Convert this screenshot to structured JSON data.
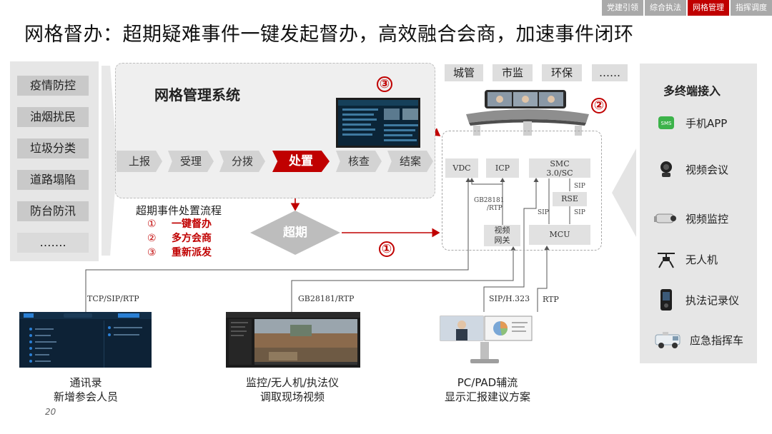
{
  "nav": {
    "tabs": [
      {
        "label": "党建引领",
        "active": false
      },
      {
        "label": "综合执法",
        "active": false
      },
      {
        "label": "网格管理",
        "active": true
      },
      {
        "label": "指挥调度",
        "active": false
      }
    ]
  },
  "title": "网格督办：超期疑难事件一键发起督办，高效融合会商，加速事件闭环",
  "left_panel": {
    "categories": [
      "疫情防控",
      "油烟扰民",
      "垃圾分类",
      "道路塌陷",
      "防台防汛",
      "……."
    ]
  },
  "system": {
    "title": "网格管理系统",
    "flow_steps": [
      "上报",
      "受理",
      "分拨",
      "处置",
      "核查",
      "结案"
    ],
    "active_step": "处置",
    "overdue_label": "超期"
  },
  "process": {
    "title": "超期事件处置流程",
    "items": [
      {
        "num": "①",
        "label": "一键督办"
      },
      {
        "num": "②",
        "label": "多方会商"
      },
      {
        "num": "③",
        "label": "重新派发"
      }
    ]
  },
  "markers": {
    "one": "①",
    "two": "②",
    "three": "③"
  },
  "departments": [
    "城管",
    "市监",
    "环保",
    "……"
  ],
  "network": {
    "vdc": "VDC",
    "icp": "ICP",
    "smc_line1": "SMC",
    "smc_line2": "3.0/SC",
    "rse": "RSE",
    "mcu": "MCU",
    "gateway_line1": "视频",
    "gateway_line2": "网关",
    "gb_label_line1": "GB28181",
    "gb_label_line2": "/RTP",
    "sip_rse_top": "SIP",
    "sip_left": "SIP",
    "sip_right": "SIP"
  },
  "protocols": {
    "tcp": "TCP/SIP/RTP",
    "gb": "GB28181/RTP",
    "sip_h323": "SIP/H.323",
    "rtp": "RTP"
  },
  "right_panel": {
    "title": "多终端接入",
    "terminals": [
      {
        "icon": "sms-app-icon",
        "label": "手机APP"
      },
      {
        "icon": "video-conference-camera-icon",
        "label": "视频会议"
      },
      {
        "icon": "surveillance-camera-icon",
        "label": "视频监控"
      },
      {
        "icon": "drone-icon",
        "label": "无人机"
      },
      {
        "icon": "law-enforcement-recorder-icon",
        "label": "执法记录仪"
      },
      {
        "icon": "command-vehicle-icon",
        "label": "应急指挥车"
      }
    ]
  },
  "bottom": {
    "contacts_caption_line1": "通讯录",
    "contacts_caption_line2": "新增参会人员",
    "monitor_caption_line1": "监控/无人机/执法仪",
    "monitor_caption_line2": "调取现场视频",
    "pc_caption_line1": "PC/PAD辅流",
    "pc_caption_line2": "显示汇报建议方案"
  },
  "page_number": "20",
  "colors": {
    "accent": "#c00000",
    "flow_step": "#d3d3d3",
    "panel": "#e6e6e6",
    "dark_ui": "#0b2538"
  }
}
